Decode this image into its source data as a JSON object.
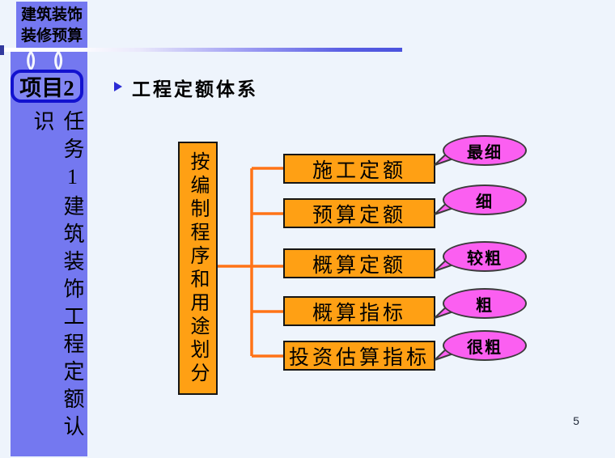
{
  "slide": {
    "header": {
      "line1": "建筑装饰",
      "line2": "装修预算"
    },
    "project_badge": "项目2",
    "task_label": "任务1建筑装饰工程定额认识",
    "ring_glyph": "()",
    "title": "工程定额体系",
    "page_number": "5"
  },
  "diagram": {
    "category_label": "按编制程序和用途划分",
    "rows": [
      {
        "box": "施工定额",
        "tag": "最细"
      },
      {
        "box": "预算定额",
        "tag": "细"
      },
      {
        "box": "概算定额",
        "tag": "较粗"
      },
      {
        "box": "概算指标",
        "tag": "粗"
      },
      {
        "box": "投资估算指标",
        "tag": "很粗"
      }
    ]
  },
  "colors": {
    "sidebar": "#7478f0",
    "badge_border": "#1212cf",
    "box_fill": "#ffa014",
    "connector": "#ff7316",
    "ellipse_fill": "#fb5ff1",
    "accent_line_end": "#4a52dd",
    "background": "#eef4fc"
  }
}
